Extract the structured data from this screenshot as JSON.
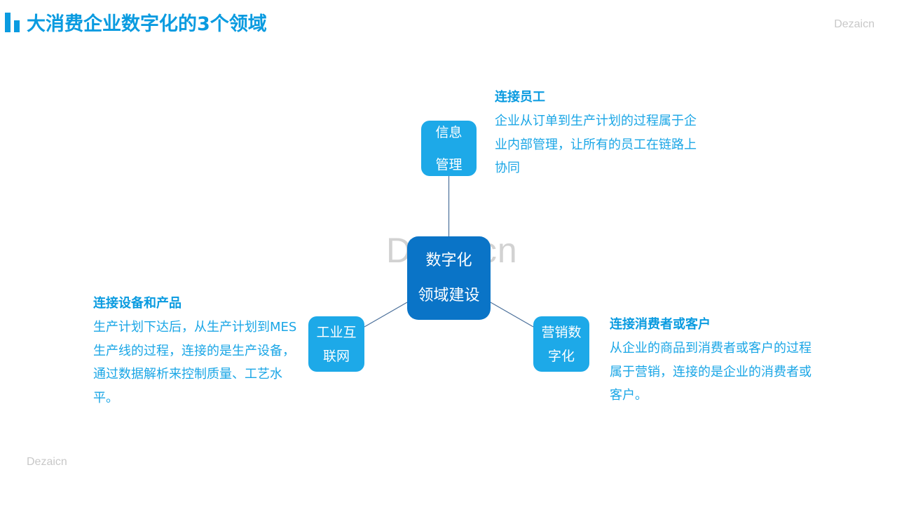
{
  "header": {
    "title": "大消费企业数字化的3个领域",
    "watermark_top": "Dezaicn",
    "watermark_bottom": "Dezaicn",
    "watermark_center": "Dezaicn"
  },
  "colors": {
    "accent": "#0a9be0",
    "center_node": "#0a74c7",
    "outer_node": "#1da9e8",
    "connector": "#4a6f9a",
    "watermark": "#c8c8c8"
  },
  "diagram": {
    "center": {
      "line1": "数字化",
      "line2": "领域建设"
    },
    "top_node": {
      "line1": "信息",
      "line2": "管理"
    },
    "left_node": {
      "line1": "工业互",
      "line2": "联网"
    },
    "right_node": {
      "line1": "营销数",
      "line2": "字化"
    }
  },
  "descriptions": {
    "top": {
      "title": "连接员工",
      "body": "企业从订单到生产计划的过程属于企业内部管理，让所有的员工在链路上协同"
    },
    "left": {
      "title": "连接设备和产品",
      "body": "生产计划下达后，从生产计划到MES生产线的过程，连接的是生产设备，通过数据解析来控制质量、工艺水平。"
    },
    "right": {
      "title": "连接消费者或客户",
      "body": "从企业的商品到消费者或客户的过程属于营销，连接的是企业的消费者或客户。"
    }
  }
}
